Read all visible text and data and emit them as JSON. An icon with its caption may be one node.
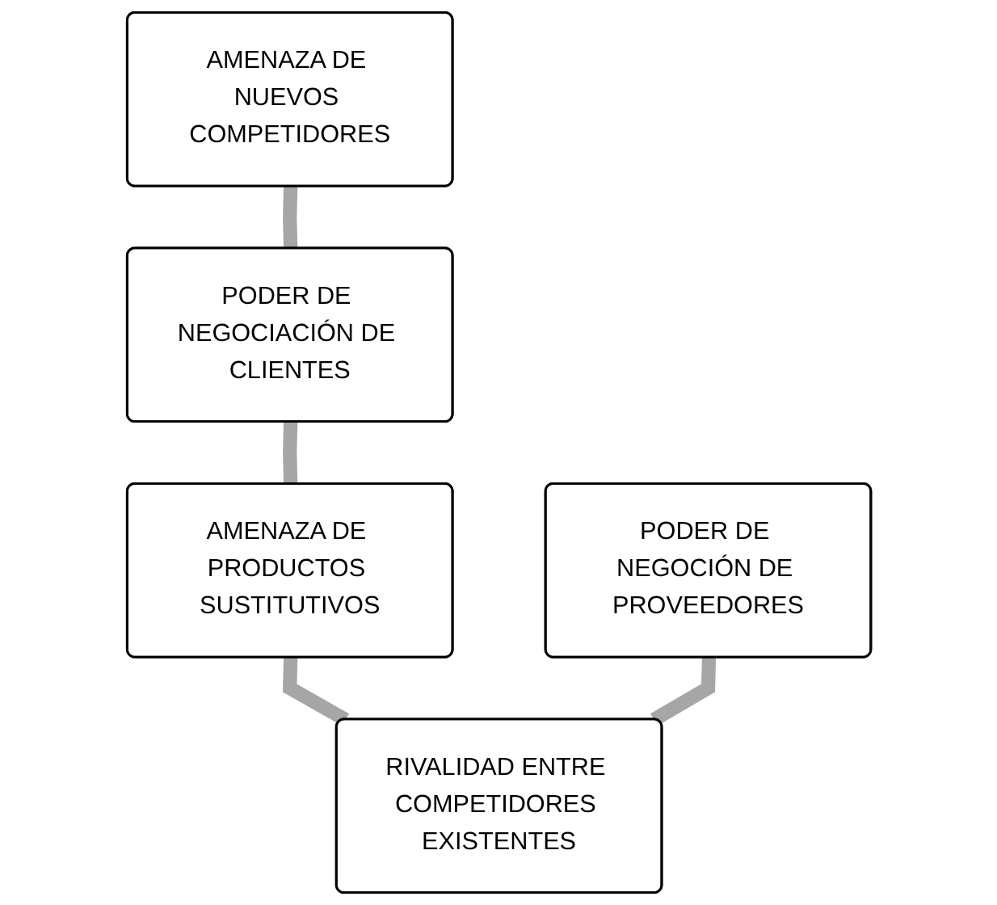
{
  "diagram": {
    "nodes": [
      {
        "text": [
          "AMENAZA DE NUEVOS COMPETIDORES"
        ]
      },
      {
        "text": [
          "PODER DE NEGOCIACIÓN DE CLIENTES"
        ]
      },
      {
        "text": [
          "PODER DE NEGOCIÓN DE PROVEEDORES"
        ]
      },
      {
        "text": [
          "AMENAZA DE PRODUCTOS SUSTITUTIVOS"
        ]
      },
      {
        "text": [
          "RIVALIDAD ENTRE COMPETIDORES EXISTENTES"
        ]
      }
    ],
    "edges": [
      {
        "from": 0,
        "to": 1,
        "arrow": "none"
      },
      {
        "from": 1,
        "to": 3,
        "arrow": "none"
      },
      {
        "from": 3,
        "to": 4,
        "arrow": "none"
      },
      {
        "from": 2,
        "to": 4,
        "arrow": "none"
      }
    ]
  }
}
